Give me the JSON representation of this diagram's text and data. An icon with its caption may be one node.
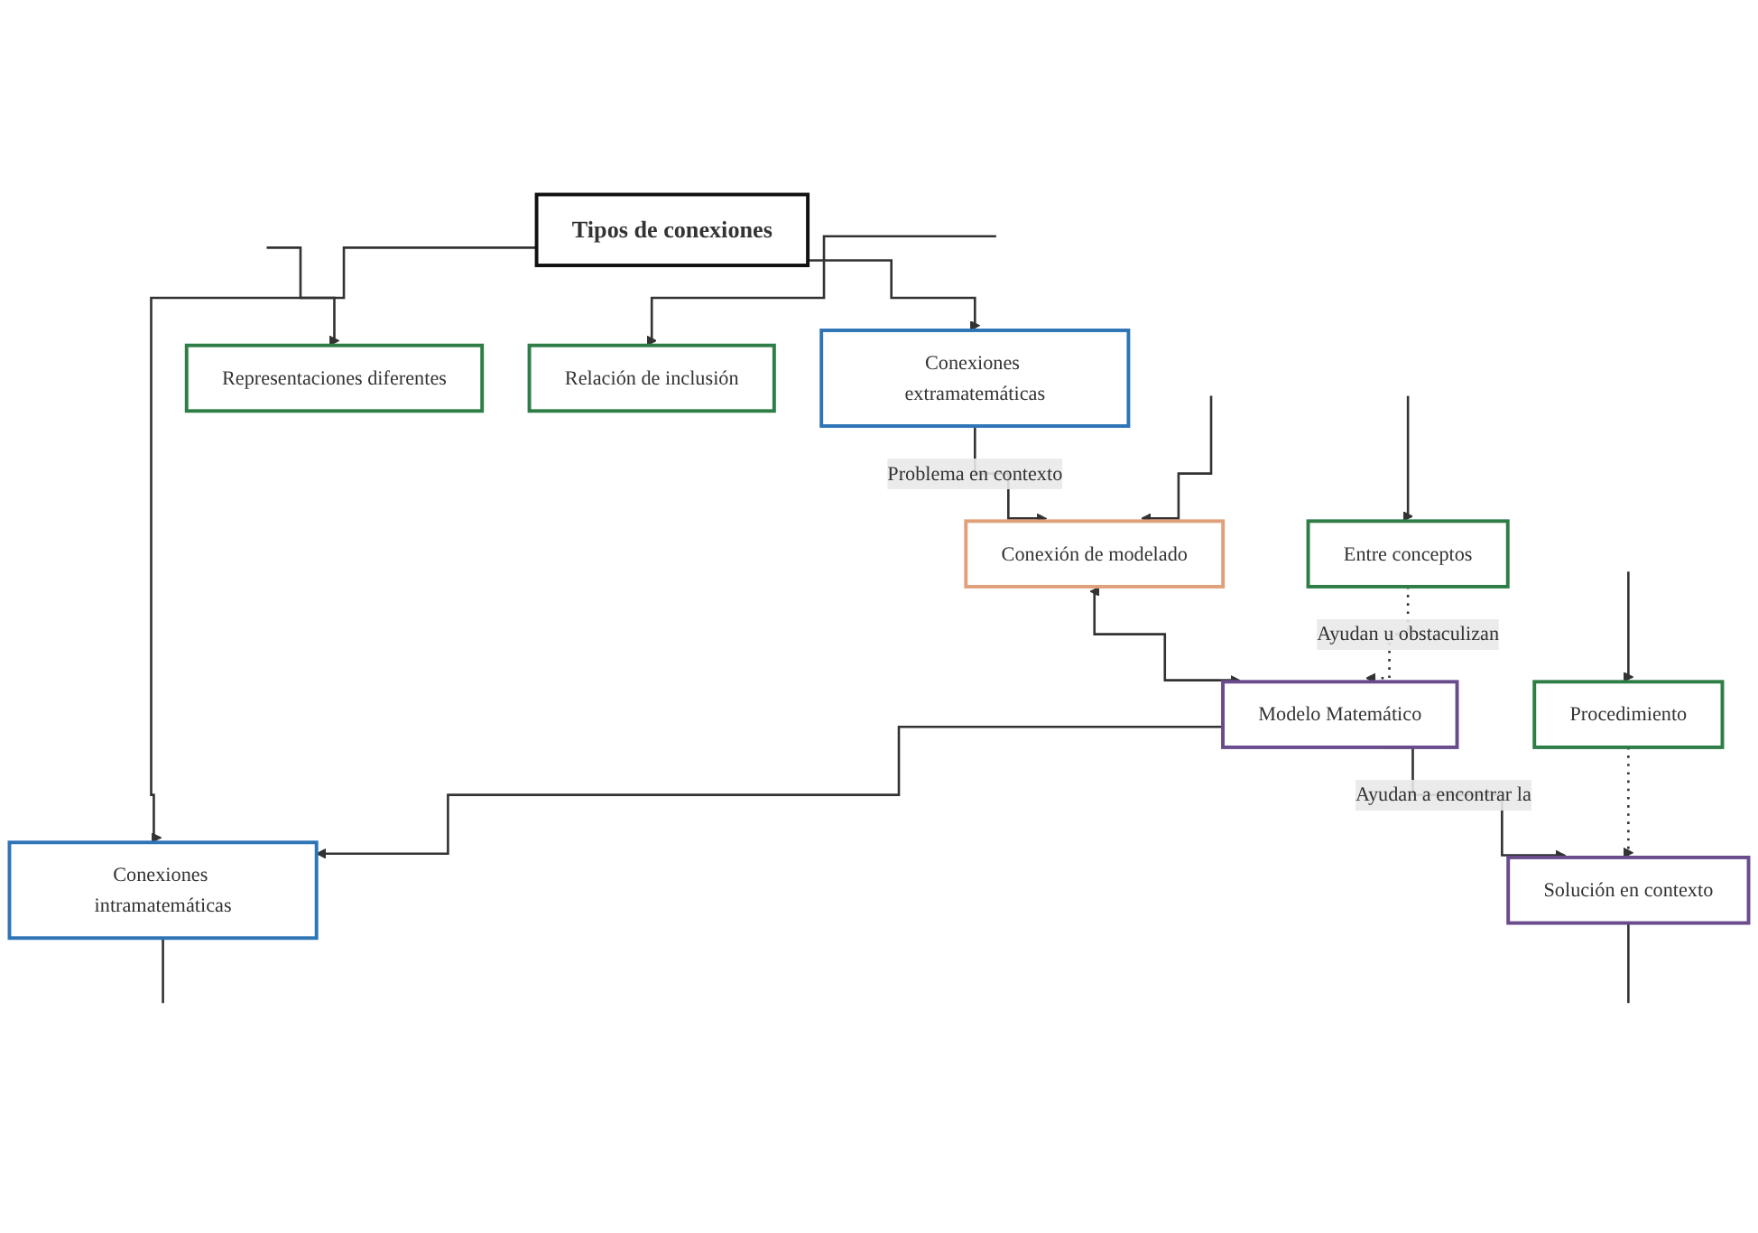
{
  "diagram": {
    "nodes": [
      {
        "text": [
          "Tipos de conexiones"
        ]
      },
      {
        "text": [
          "Conexiones extramatemáticas"
        ]
      },
      {
        "text": [
          "Conexiones intramatemáticas"
        ]
      },
      {
        "text": [
          "Entre conceptos"
        ]
      },
      {
        "text": [
          "Conexión de modelado"
        ]
      },
      {
        "text": [
          "Modelo Matemático"
        ]
      },
      {
        "text": [
          "Representaciones diferentes"
        ]
      },
      {
        "text": [
          "Relación de inclusión"
        ]
      },
      {
        "text": [
          "Solución en contexto"
        ]
      },
      {
        "text": [
          "Procedimiento"
        ]
      }
    ],
    "edges": [
      {
        "from": 0,
        "to": 1,
        "arrow": "to"
      },
      {
        "from": 0,
        "to": 2,
        "arrow": "to"
      },
      {
        "from": 1,
        "to": 4,
        "label": "Problema en contexto",
        "arrow": "to"
      },
      {
        "from": 4,
        "to": 5,
        "arrow": "both"
      },
      {
        "from": 5,
        "to": 2,
        "arrow": "to"
      },
      {
        "from": 3,
        "to": 5,
        "label": "Ayudan u obstaculizan",
        "arrow": "to",
        "style": "dashed"
      },
      {
        "from": 5,
        "to": 8,
        "label": "Ayudan a encontrar la",
        "arrow": "to"
      },
      {
        "from": 9,
        "to": 8,
        "arrow": "to",
        "style": "dashed"
      },
      {
        "from": 2,
        "to": null,
        "arrow": "none"
      },
      {
        "from": null,
        "to": 3,
        "arrow": "to"
      },
      {
        "from": null,
        "to": 6,
        "arrow": "to"
      },
      {
        "from": null,
        "to": 7,
        "arrow": "to"
      },
      {
        "from": null,
        "to": 9,
        "arrow": "to"
      },
      {
        "from": 8,
        "to": null,
        "arrow": "none"
      },
      {
        "from": null,
        "to": 4,
        "arrow": "to"
      }
    ]
  }
}
